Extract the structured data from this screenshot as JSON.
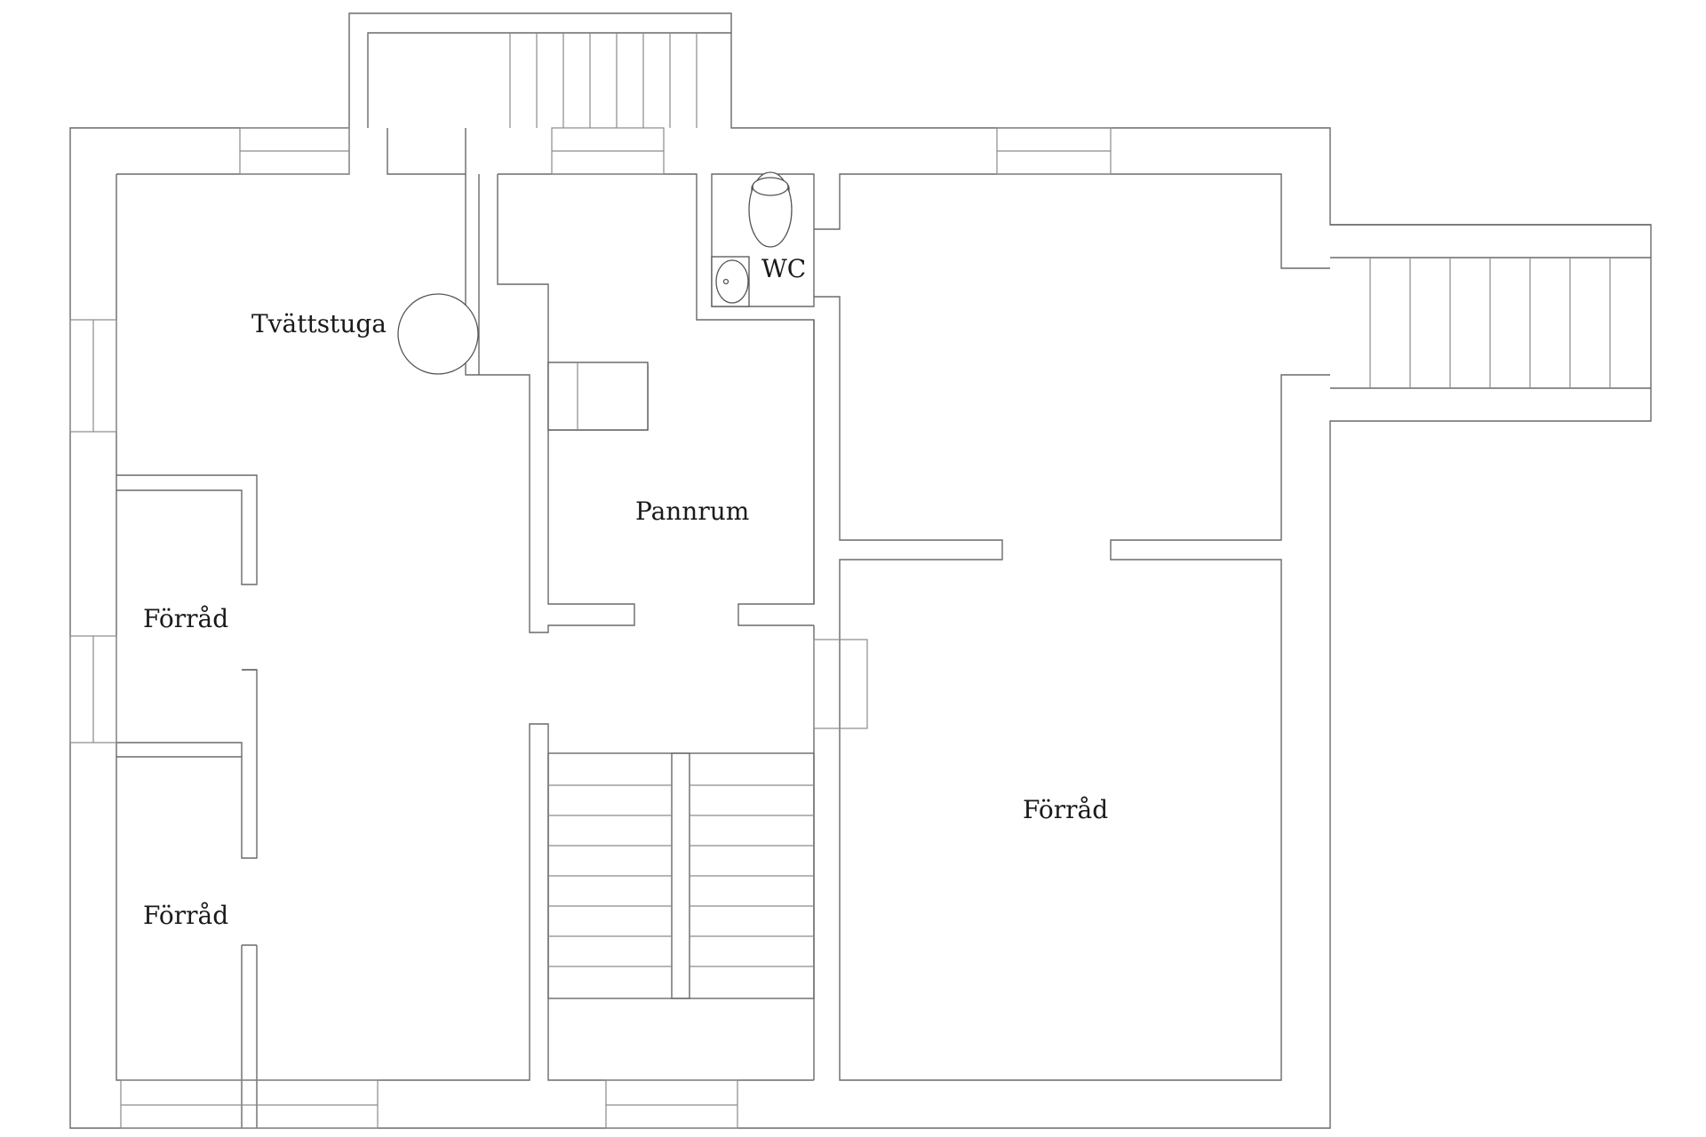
{
  "floor_plan": {
    "rooms": {
      "laundry": "Tvättstuga",
      "boiler_room": "Pannrum",
      "wc": "WC",
      "storage_left_upper": "Förråd",
      "storage_left_lower": "Förråd",
      "storage_right": "Förråd"
    },
    "icons": {
      "toilet": "toilet-icon",
      "sink": "sink-icon",
      "floor_drain": "circle-drain-icon"
    }
  }
}
